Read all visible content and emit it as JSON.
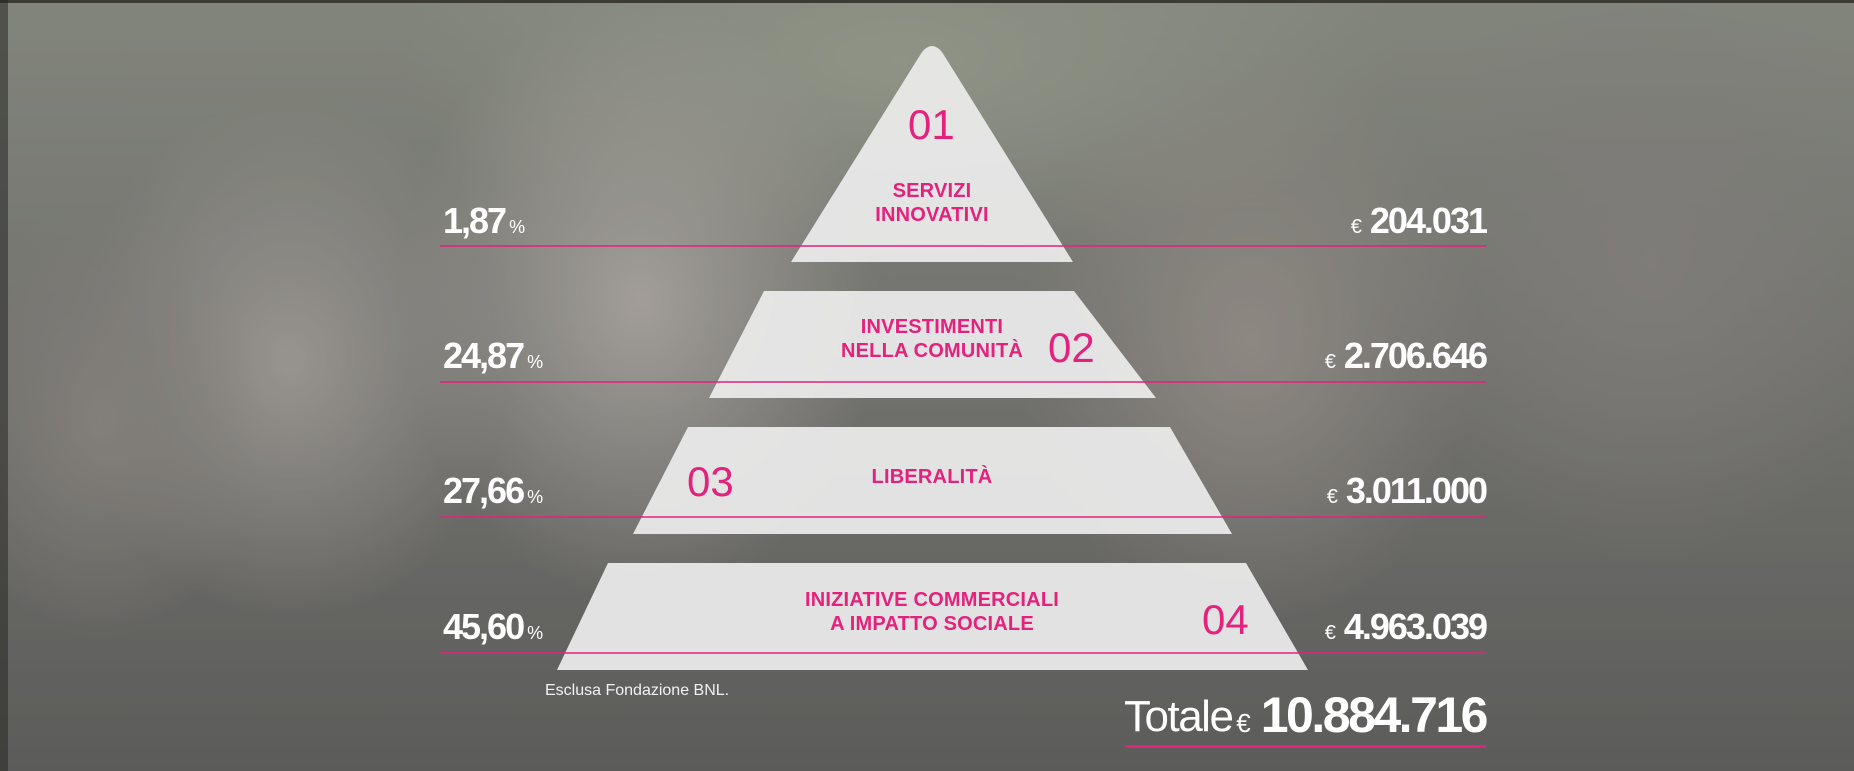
{
  "tiers": [
    {
      "number": "01",
      "label_line1": "SERVIZI",
      "label_line2": "INNOVATIVI",
      "percent": "1,87",
      "percent_symbol": "%",
      "currency": "€",
      "amount": "204.031"
    },
    {
      "number": "02",
      "label_line1": "INVESTIMENTI",
      "label_line2": "NELLA COMUNITÀ",
      "percent": "24,87",
      "percent_symbol": "%",
      "currency": "€",
      "amount": "2.706.646"
    },
    {
      "number": "03",
      "label_line1": "LIBERALITÀ",
      "label_line2": "",
      "percent": "27,66",
      "percent_symbol": "%",
      "currency": "€",
      "amount": "3.011.000"
    },
    {
      "number": "04",
      "label_line1": "INIZIATIVE COMMERCIALI",
      "label_line2": "A IMPATTO SOCIALE",
      "percent": "45,60",
      "percent_symbol": "%",
      "currency": "€",
      "amount": "4.963.039"
    }
  ],
  "note": "Esclusa Fondazione BNL.",
  "total": {
    "label": "Totale",
    "currency": "€",
    "amount": "10.884.716"
  },
  "colors": {
    "accent": "#e4217d",
    "tier_fill": "#ececec",
    "text_light": "#ffffff"
  }
}
